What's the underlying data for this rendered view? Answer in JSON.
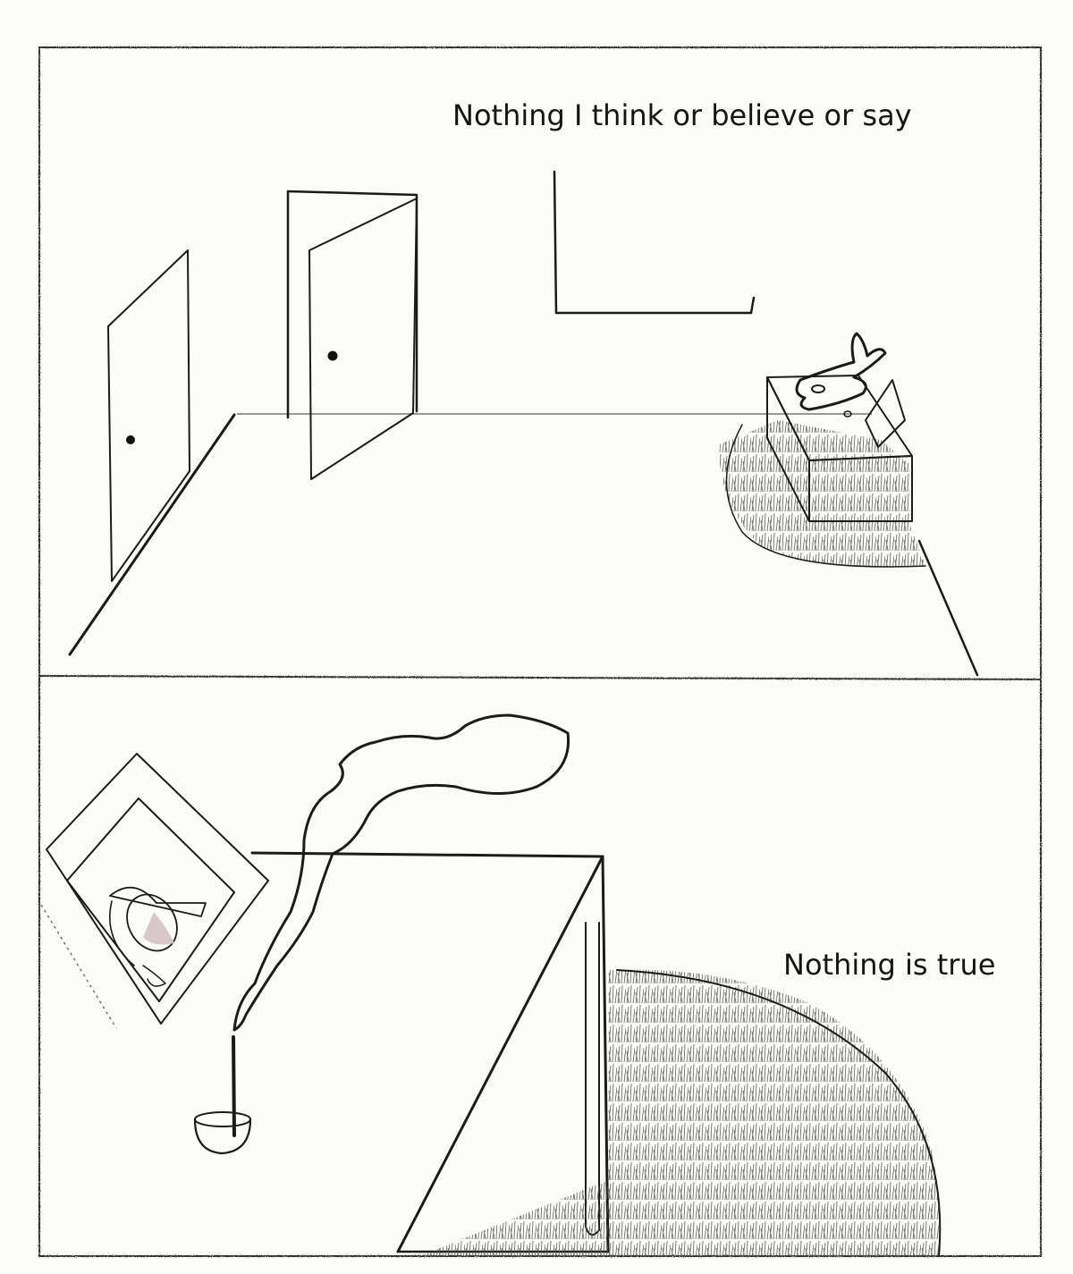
{
  "comic": {
    "panels": [
      {
        "id": 1,
        "caption": "Nothing I think or believe or say",
        "scene": "empty room with two open doors, an empty picture frame outline, a box on a round grass rug with a bunny-shaped object on top"
      },
      {
        "id": 2,
        "caption": "Nothing is true",
        "scene": "tilted picture frame with rabbit drawing, incense stick in bowl with rising smoke, table and grass rug"
      }
    ],
    "colors": {
      "paper": "#fbfbf7",
      "ink": "#1b1b1b",
      "accent_pink": "#d8c8cc"
    }
  }
}
